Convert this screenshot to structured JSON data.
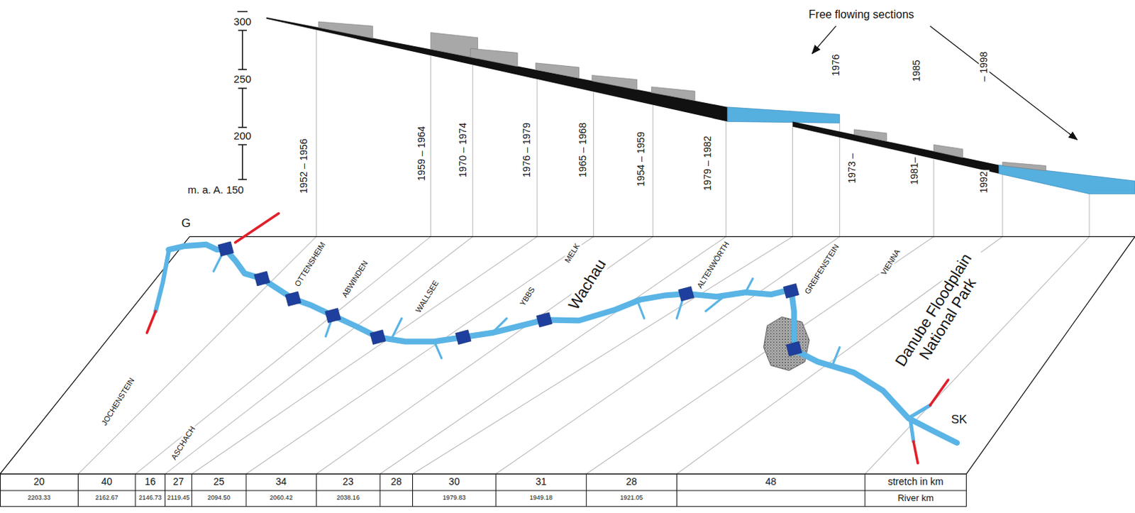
{
  "diagram": {
    "labels": [
      "300",
      "250",
      "200",
      "m. a. A. 150",
      "Free flowing sections",
      "1952 – 1956",
      "1959 – 1964",
      "1970 – 1974",
      "1976 – 1979",
      "1965 – 1968",
      "1954 – 1959",
      "1979 – 1982",
      "1976",
      "1973 –",
      "1985",
      "1981–",
      "– 1998",
      "1992",
      "G",
      "JOCHENSTEIN",
      "ASCHACH",
      "OTTENSHEIM",
      "ABWINDEN",
      "WALLSEE",
      "YBBS",
      "MELK",
      "Wachau",
      "ALTENWÖRTH",
      "GREIFENSTEIN",
      "VIENNA",
      "Danube Floodplain National Park",
      "SK",
      "20",
      "40",
      "16",
      "27",
      "25",
      "34",
      "23",
      "28",
      "30",
      "31",
      "28",
      "48",
      "stretch in km",
      "2203.33",
      "2162.67",
      "2146.73",
      "2119.45",
      "2094.50",
      "2060.42",
      "2038.16",
      "1979.83",
      "1949.18",
      "1921.05",
      "River km"
    ]
  }
}
